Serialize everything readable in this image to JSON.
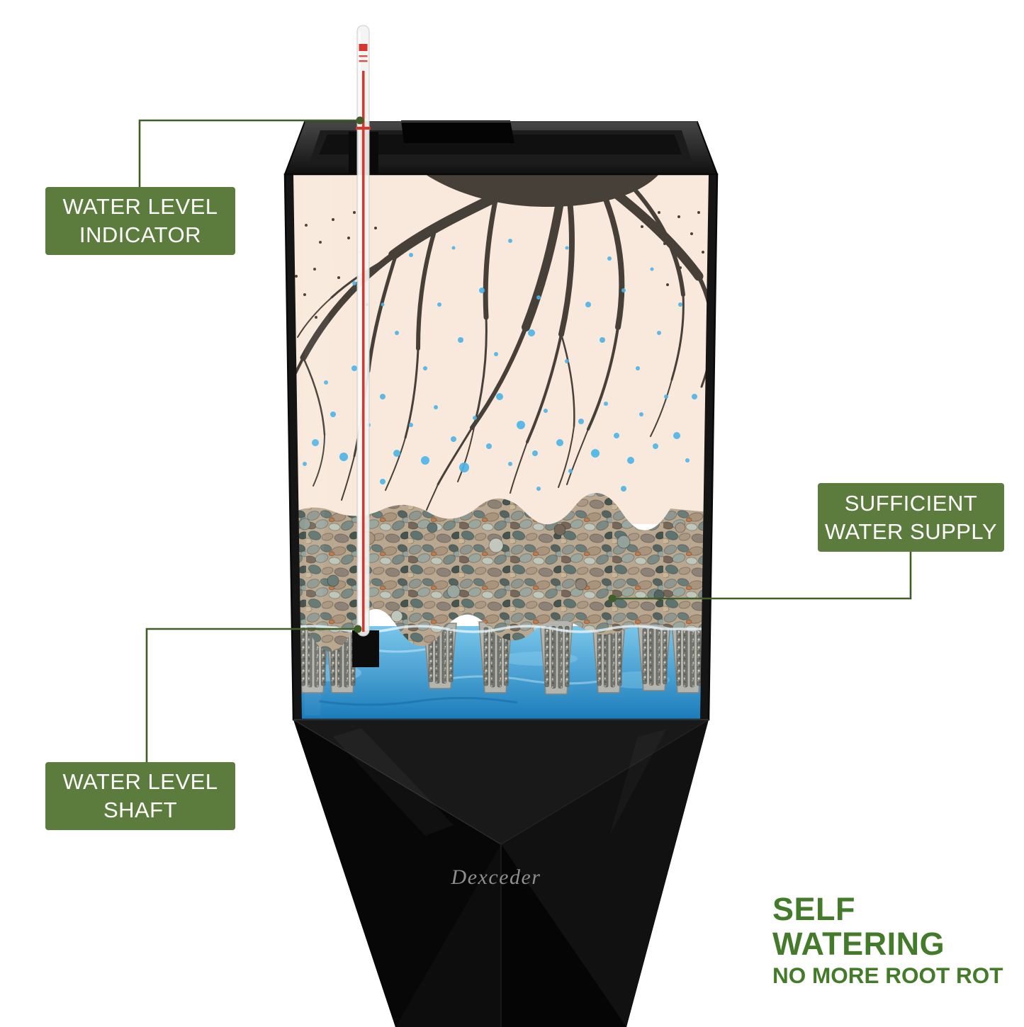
{
  "labels": {
    "water_level_indicator": {
      "line1": "WATER LEVEL",
      "line2": "INDICATOR"
    },
    "sufficient_water_supply": {
      "line1": "SUFFICIENT",
      "line2": "WATER SUPPLY"
    },
    "water_level_shaft": {
      "line1": "WATER LEVEL",
      "line2": "SHAFT"
    }
  },
  "caption": {
    "title": "SELF WATERING",
    "subtitle": "NO MORE ROOT ROT"
  },
  "brand": {
    "name": "Dexceder"
  },
  "colors": {
    "label_bg": "#5c7c3e",
    "label_text": "#ffffff",
    "connector": "#3f5e28",
    "accent": "#437b2a",
    "cream": "#f8e9dc",
    "root": "#474039",
    "droplet": "#49b4e8"
  }
}
